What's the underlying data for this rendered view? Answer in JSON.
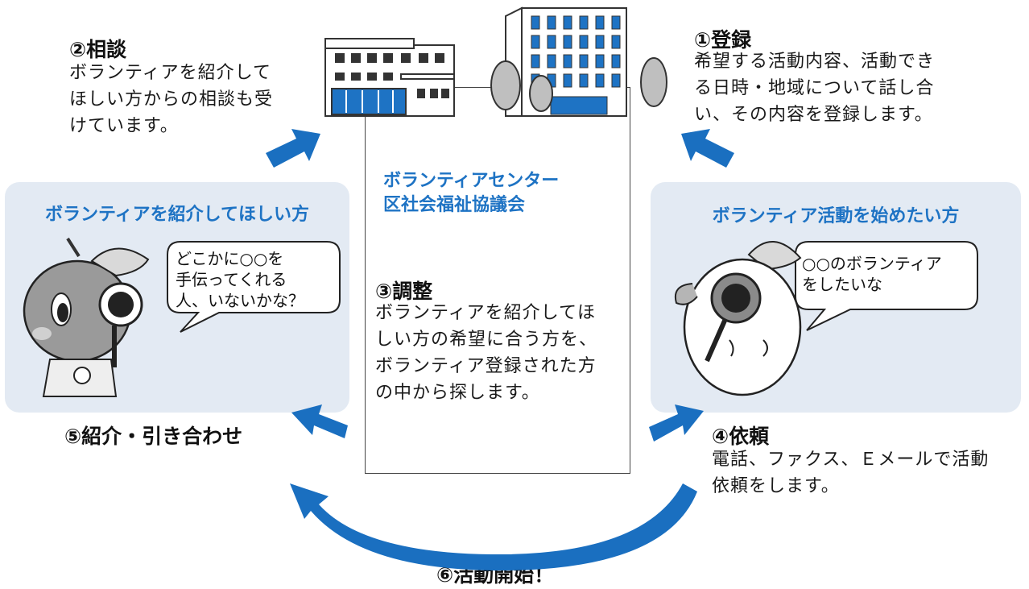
{
  "steps": {
    "register": {
      "title": "①登録",
      "body": "希望する活動内容、活動でき\nる日時・地域について話し合\nい、その内容を登録します。"
    },
    "consult": {
      "title": "②相談",
      "body": "ボランティアを紹介して\nほしい方からの相談も受\nけています。"
    },
    "adjust": {
      "title": "③調整",
      "body": "ボランティアを紹介してほ\nしい方の希望に合う方を、\nボランティア登録された方\nの中から探します。"
    },
    "request": {
      "title": "④依頼",
      "body": "電話、ファクス、Ｅメールで活動\n依頼をします。"
    },
    "introduce": {
      "title": "⑤紹介・引き合わせ"
    },
    "start": {
      "title": "⑥活動開始！"
    }
  },
  "center": {
    "line1": "ボランティアセンター",
    "line2": "区社会福祉協議会"
  },
  "left_panel": {
    "title": "ボランティアを紹介してほしい方",
    "bubble": "どこかに○○を\n手伝ってくれる\n人、いないかな？"
  },
  "right_panel": {
    "title": "ボランティア活動を始めたい方",
    "bubble": "○○のボランティア\nをしたいな"
  },
  "colors": {
    "accent": "#1e73c4",
    "arrow": "#1a6fc0",
    "panel": "#e3eaf3"
  }
}
